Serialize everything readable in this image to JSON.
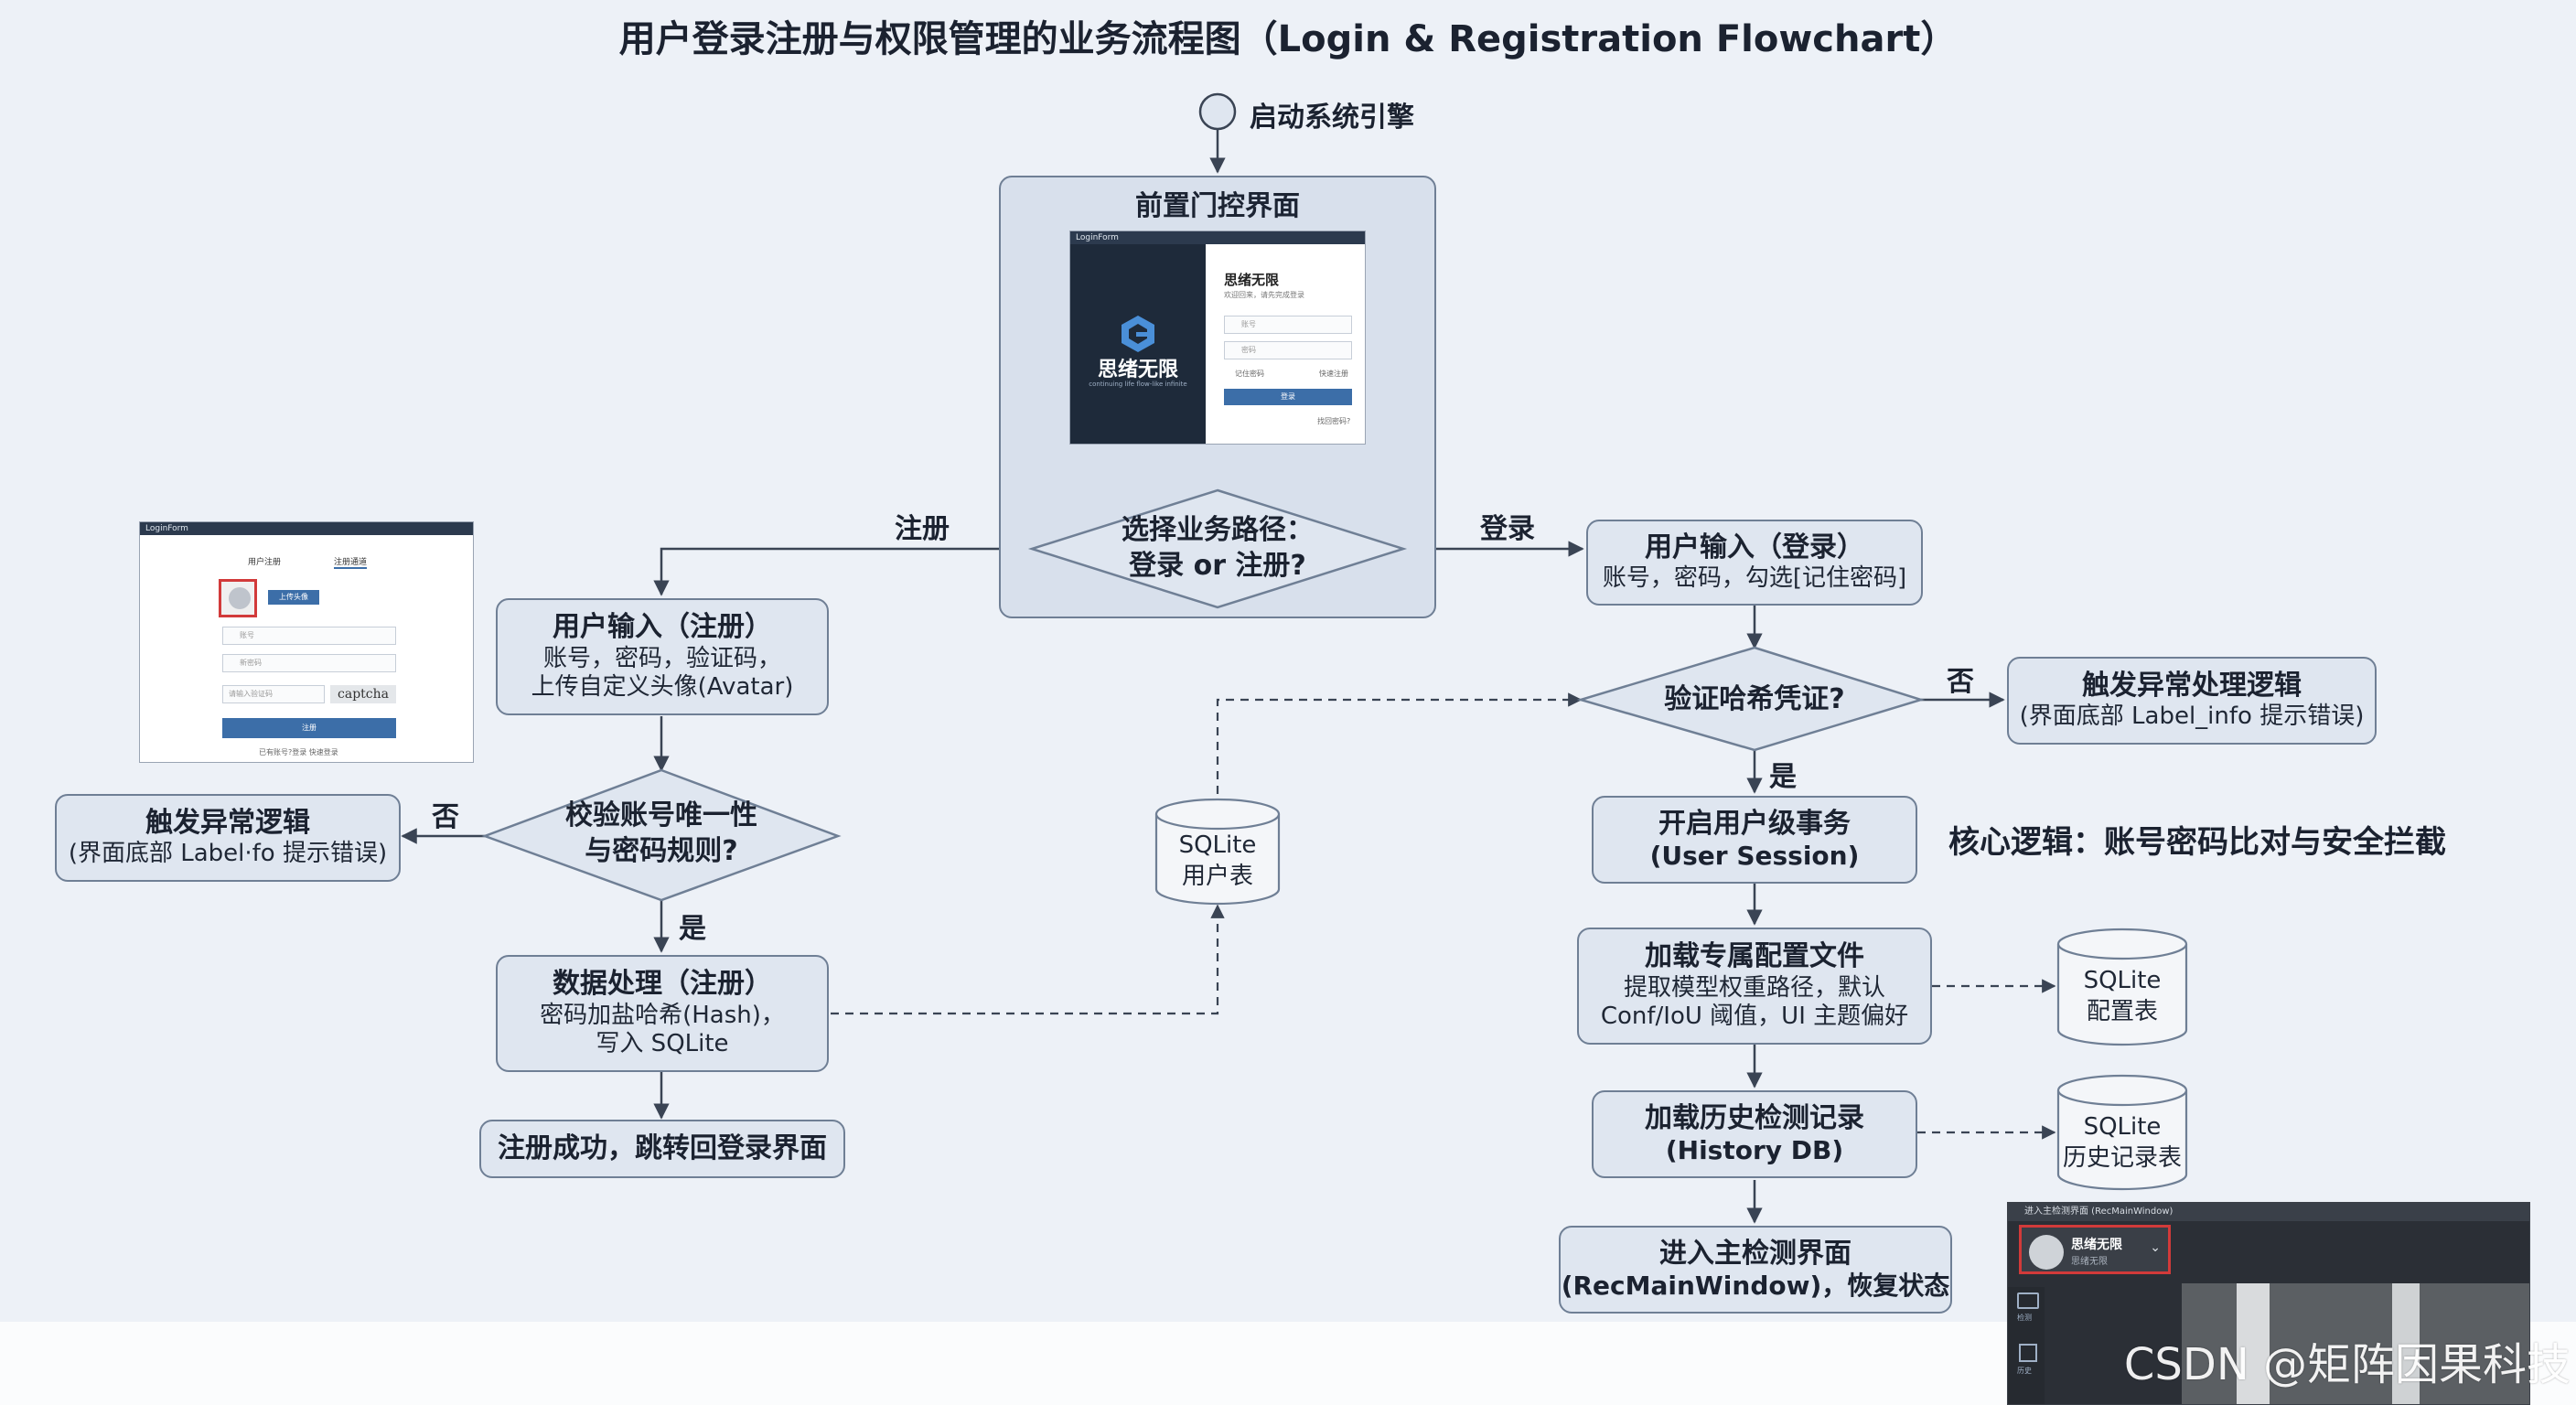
{
  "title": "用户登录注册与权限管理的业务流程图（Login & Registration Flowchart）",
  "start": "启动系统引擎",
  "gate": {
    "title": "前置门控界面",
    "decision": [
      "选择业务路径：",
      "登录 or 注册?"
    ]
  },
  "branch_labels": {
    "register": "注册",
    "login": "登录"
  },
  "login_form": {
    "window_title": "LoginForm",
    "brand": "思绪无限",
    "brand_sub": "continuing life flow-like infinite",
    "heading": "思绪无限",
    "subheading": "欢迎回来，请先完成登录",
    "username_placeholder": "账号",
    "password_placeholder": "密码",
    "remember": "记住密码",
    "register_link": "快速注册",
    "login_button": "登录",
    "footer": "找回密码?"
  },
  "register_form": {
    "window_title": "LoginForm",
    "tab_login": "用户注册",
    "tab_register": "注册通道",
    "upload_button": "上传头像",
    "username_placeholder": "账号",
    "password_placeholder": "新密码",
    "captcha_placeholder": "请输入验证码",
    "captcha_image": "captcha",
    "submit_button": "注册",
    "footer": "已有账号?登录  快速登录"
  },
  "register_flow": {
    "input": {
      "title": "用户输入（注册）",
      "lines": [
        "账号，密码，验证码，",
        "上传自定义头像(Avatar)"
      ]
    },
    "check": [
      "校验账号唯一性",
      "与密码规则?"
    ],
    "error": {
      "title": "触发异常逻辑",
      "line": "(界面底部 Label·fo 提示错误)"
    },
    "no": "否",
    "yes": "是",
    "process": {
      "title": "数据处理（注册）",
      "lines": [
        "密码加盐哈希(Hash)，",
        "写入 SQLite"
      ]
    },
    "success": "注册成功，跳转回登录界面"
  },
  "db_users": [
    "SQLite",
    "用户表"
  ],
  "login_flow": {
    "input": {
      "title": "用户输入（登录）",
      "line": "账号，密码，勾选[记住密码]"
    },
    "verify": "验证哈希凭证?",
    "no": "否",
    "yes": "是",
    "error": {
      "title": "触发异常处理逻辑",
      "line": "(界面底部 Label_info 提示错误)"
    },
    "session": {
      "title": "开启用户级事务",
      "line": "(User Session)"
    },
    "config": {
      "title": "加载专属配置文件",
      "lines": [
        "提取模型权重路径，默认",
        "Conf/IoU 阈值，UI 主题偏好"
      ]
    },
    "history": {
      "title": "加载历史检测记录",
      "line": "(History DB)"
    },
    "main": {
      "title": "进入主检测界面",
      "line": "(RecMainWindow)，恢复状态"
    }
  },
  "core_logic": "核心逻辑：账号密码比对与安全拦截",
  "db_config": [
    "SQLite",
    "配置表"
  ],
  "db_history": [
    "SQLite",
    "历史记录表"
  ],
  "main_window": {
    "title": "进入主检测界面 (RecMainWindow)",
    "user_name": "思绪无限",
    "user_sub": "思绪无限",
    "side_item_1": "检测",
    "side_item_2": "历史"
  },
  "watermark": "CSDN @矩阵因果科技"
}
